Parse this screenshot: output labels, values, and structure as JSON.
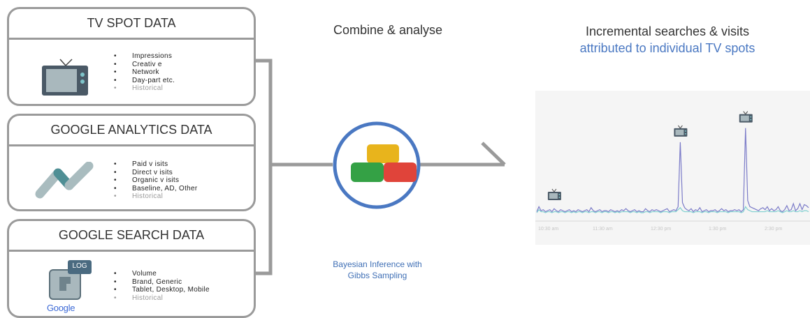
{
  "panels": [
    {
      "title": "TV SPOT DATA",
      "icon": "tv-icon",
      "items": [
        "Impressions",
        "Creativ e",
        "Network",
        "Day-part etc."
      ],
      "muted_item": "Historical"
    },
    {
      "title": "GOOGLE ANALYTICS DATA",
      "icon": "analytics-icon",
      "items": [
        "Paid v isits",
        "Direct v isits",
        "Organic v isits",
        "Baseline, AD, Other"
      ],
      "muted_item": "Historical"
    },
    {
      "title": "GOOGLE SEARCH DATA",
      "icon": "search-log-icon",
      "icon_badge": "LOG",
      "icon_brand": "Google",
      "items": [
        "Volume",
        "Brand, Generic",
        "Tablet, Desktop, Mobile"
      ],
      "muted_item": "Historical"
    }
  ],
  "middle": {
    "title": "Combine & analyse",
    "method": [
      "Bayesian Inference with",
      "Gibbs Sampling"
    ]
  },
  "right": {
    "title_line1": "Incremental searches & visits",
    "title_line2": "attributed to individual TV spots"
  },
  "colors": {
    "frame": "#9a9a9a",
    "circle": "#4a78c2",
    "block_yellow": "#e8b41c",
    "block_green": "#34a145",
    "block_red": "#e0443a",
    "accent_text": "#4a78c2",
    "series_main": "#7b7bc8",
    "series_base": "#7fd0d0"
  },
  "chart_data": {
    "type": "line",
    "x_tick_labels": [
      "10:30 am",
      "11:30 am",
      "12:30 pm",
      "1:30 pm",
      "2:30 pm"
    ],
    "series": [
      {
        "values": [
          1,
          6,
          2,
          3,
          1,
          2,
          3,
          1,
          4,
          2,
          1,
          3,
          2,
          1,
          2,
          3,
          1,
          2,
          1,
          3,
          2,
          1,
          2,
          3,
          1,
          5,
          2,
          1,
          2,
          3,
          1,
          2,
          2,
          1,
          3,
          2,
          1,
          2,
          1,
          3,
          2,
          4,
          2,
          1,
          2,
          3,
          1,
          2,
          1,
          1,
          4,
          2,
          1,
          3,
          2,
          3,
          2,
          1,
          2,
          3,
          4,
          1,
          2,
          3,
          2,
          6,
          70,
          10,
          5,
          3,
          2,
          4,
          1,
          3,
          2,
          5,
          1,
          2,
          3,
          1,
          2,
          2,
          3,
          1,
          2,
          4,
          2,
          3,
          1,
          2,
          2,
          3,
          2,
          3,
          1,
          3,
          84,
          12,
          6,
          5,
          4,
          3,
          2,
          4,
          5,
          3,
          6,
          2,
          4,
          2,
          3,
          6,
          2,
          1,
          3,
          7,
          2,
          3,
          9,
          2,
          4,
          9,
          3,
          8,
          7,
          5
        ]
      },
      {
        "values": [
          0,
          3,
          1,
          1,
          0,
          1,
          1,
          0,
          1,
          1,
          0,
          1,
          1,
          0,
          1,
          1,
          0,
          1,
          0,
          1,
          1,
          0,
          1,
          1,
          0,
          1,
          1,
          0,
          1,
          1,
          0,
          1,
          1,
          0,
          1,
          1,
          0,
          1,
          0,
          1,
          1,
          1,
          1,
          0,
          1,
          1,
          0,
          1,
          0,
          0,
          1,
          1,
          0,
          1,
          1,
          1,
          1,
          0,
          1,
          1,
          1,
          0,
          1,
          1,
          1,
          3,
          5,
          2,
          1,
          1,
          1,
          1,
          0,
          1,
          1,
          1,
          0,
          1,
          1,
          0,
          1,
          1,
          1,
          0,
          1,
          1,
          1,
          1,
          0,
          1,
          1,
          1,
          1,
          1,
          0,
          1,
          6,
          3,
          2,
          1,
          1,
          1,
          1,
          1,
          1,
          1,
          2,
          1,
          1,
          1,
          1,
          2,
          1,
          0,
          1,
          2,
          1,
          1,
          2,
          1,
          1,
          2,
          1,
          2,
          2,
          1
        ]
      }
    ],
    "markers": [
      {
        "label": "tv-icon",
        "at_index": 8
      },
      {
        "label": "tv-icon",
        "at_index": 66
      },
      {
        "label": "tv-icon",
        "at_index": 96
      }
    ],
    "grid": false,
    "legend": "none"
  }
}
